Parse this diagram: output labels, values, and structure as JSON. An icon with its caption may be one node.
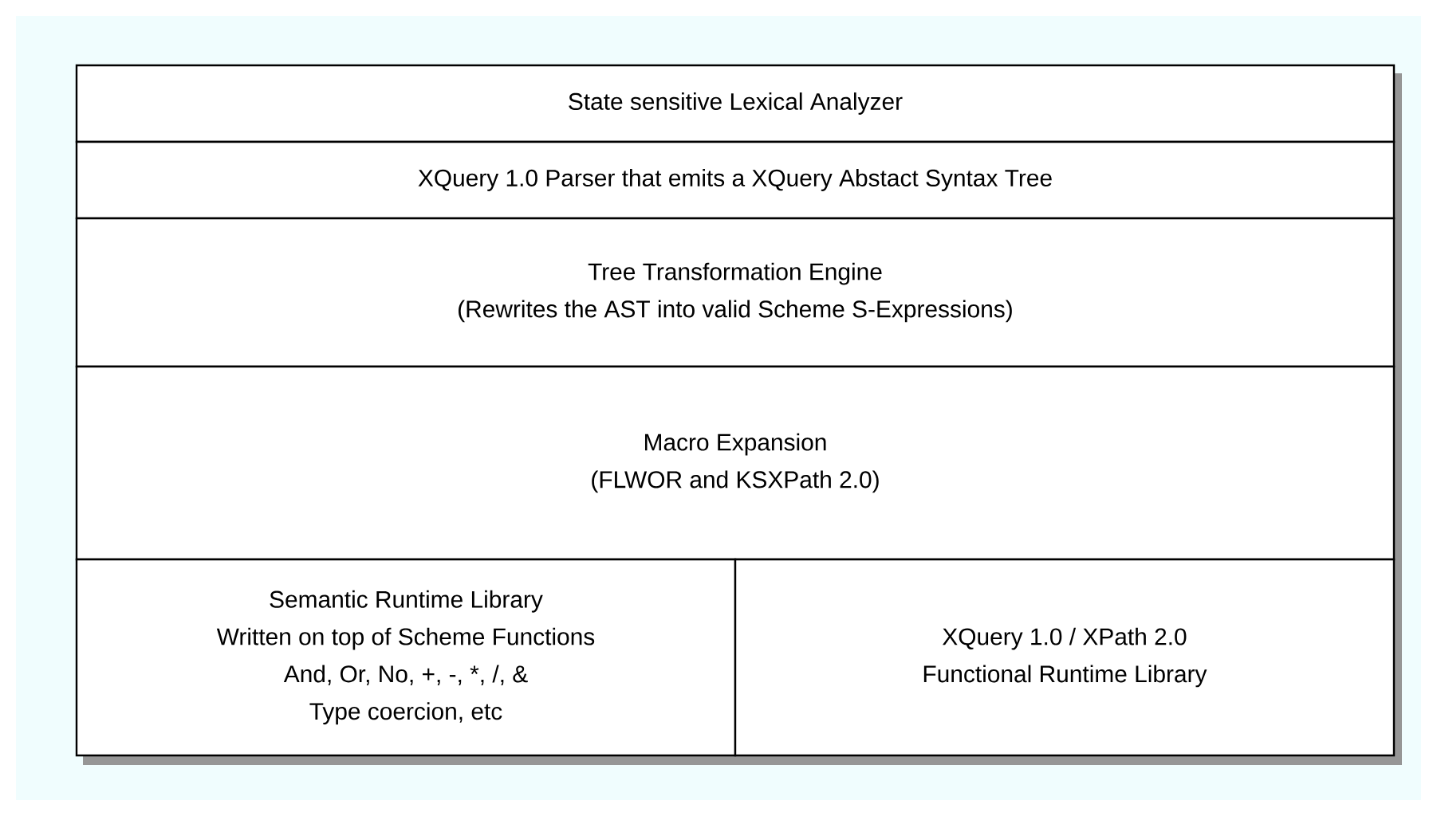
{
  "diagram": {
    "nodes": [
      {
        "text": [
          "State sensitive Lexical Analyzer"
        ]
      },
      {
        "text": [
          "XQuery 1.0 Parser that emits a XQuery Abstact Syntax Tree"
        ]
      },
      {
        "text": [
          "Tree Transformation Engine",
          "(Rewrites the AST into valid Scheme S-Expressions)"
        ]
      },
      {
        "text": [
          "Macro Expansion",
          "(FLWOR and KSXPath 2.0)"
        ]
      },
      {
        "text": [
          "Semantic Runtime Library",
          "Written on top of Scheme Functions",
          "And, Or, No, +, -, *, /, &",
          "Type coercion, etc"
        ]
      },
      {
        "text": [
          "XQuery 1.0 / XPath 2.0",
          "Functional Runtime Library"
        ]
      }
    ]
  }
}
